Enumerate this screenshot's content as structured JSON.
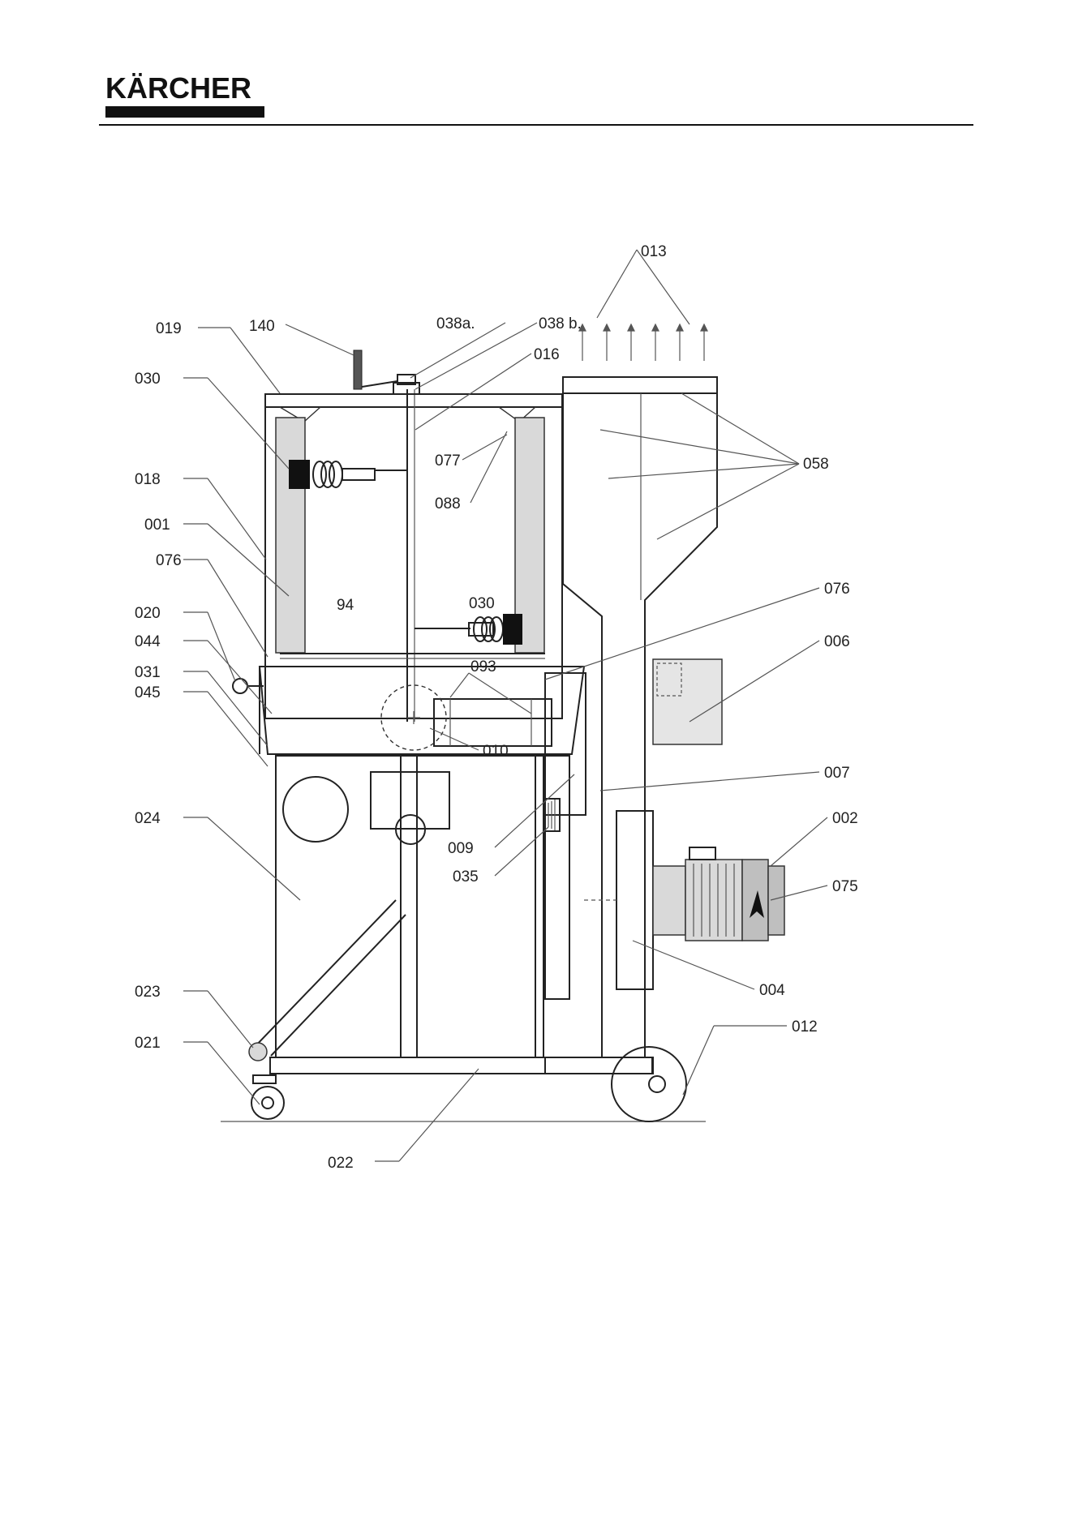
{
  "logo": {
    "text": "KÄRCHER"
  },
  "callouts": {
    "c013": "013",
    "c140": "140",
    "c038a": "038a.",
    "c038b": "038 b.",
    "c016": "016",
    "c019": "019",
    "c030a": "030",
    "c077": "077",
    "c088": "088",
    "c058": "058",
    "c018": "018",
    "c001": "001",
    "c076a": "076",
    "c020": "020",
    "c94": "94",
    "c030b": "030",
    "c076b": "076",
    "c044": "044",
    "c093": "093",
    "c006": "006",
    "c031": "031",
    "c045": "045",
    "c010": "010",
    "c007": "007",
    "c024": "024",
    "c009": "009",
    "c002": "002",
    "c035": "035",
    "c075": "075",
    "c004": "004",
    "c023": "023",
    "c012": "012",
    "c021": "021",
    "c022": "022"
  }
}
